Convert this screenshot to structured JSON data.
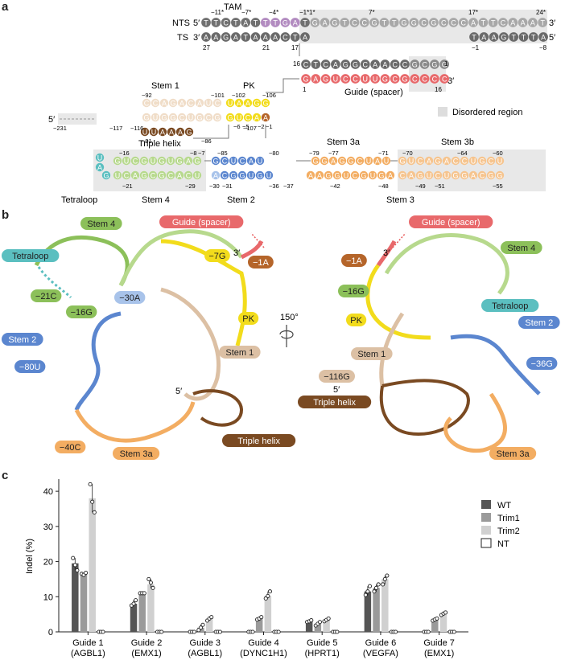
{
  "panels": {
    "a": "a",
    "b": "b",
    "c": "c"
  },
  "panel_a": {
    "tam": "TAM",
    "nts_label": "NTS",
    "ts_label": "TS",
    "five_prime": "5′",
    "three_prime": "3′",
    "nts_seq": "TTCTATTTGATGAGTCCGTTGGCGCCCATTCAAAT",
    "ts_seq": "AAGATAAACTA",
    "ts_seq_right": "TAAGTTTA",
    "guide_dna": "CTCAGGCAACCGCGG",
    "guide_rna": "GAGUCCUUGCGCCCC",
    "guide_label": "Guide (spacer)",
    "legend_disordered": "Disordered region",
    "stem1": "Stem 1",
    "pk": "PK",
    "triple_helix": "Triple helix",
    "stem2": "Stem 2",
    "stem3": "Stem 3",
    "stem3a": "Stem 3a",
    "stem3b": "Stem 3b",
    "stem4": "Stem 4",
    "tetraloop": "Tetraloop",
    "stem1_top": "CCAGACAUC",
    "stem1_bot": "GUGGCUGCG",
    "pk_top": "UAAGG",
    "pk_bot": "GUCAA",
    "triple_seq": "UUAAAG",
    "stem4_top": "GUCGUGUGAG",
    "stem4_bot": "UCAGCGCACU",
    "stem2_top": "GCUCAU",
    "stem2_bot": "ACGGUGU",
    "stem3a_top": "GGAGGCUAU",
    "stem3a_bot": "AAGGUCGUGA",
    "stem3b_top": "GUCAGACCUGCU",
    "stem3b_bot": "CAGUCUGGACGG",
    "nts_numbers": [
      "−11*",
      "−7*",
      "−4*",
      "−1*",
      "1*",
      "7*",
      "17*",
      "24*"
    ],
    "ts_numbers": [
      "27",
      "21",
      "17",
      "−1",
      "−8"
    ],
    "guide_numbers": [
      "16",
      "1",
      "1",
      "16"
    ],
    "rna_numbers": [
      "−92",
      "−101",
      "−102",
      "−106",
      "−231",
      "−117",
      "−116",
      "−107",
      "−6",
      "−5",
      "−2",
      "−1",
      "−91",
      "−86",
      "−16",
      "−8",
      "−7",
      "−85",
      "−80",
      "−79",
      "−77",
      "−71",
      "−70",
      "−64",
      "−60",
      "−21",
      "−29",
      "−30",
      "−31",
      "−36",
      "−37",
      "−42",
      "−48",
      "−49",
      "−51",
      "−55"
    ]
  },
  "panel_b": {
    "rotation": "150°",
    "left_labels": [
      "Guide (spacer)",
      "Stem 4",
      "Tetraloop",
      "−7G",
      "3′",
      "−1A",
      "−21C",
      "−16G",
      "−30A",
      "PK",
      "Stem 2",
      "Stem 1",
      "−80U",
      "5′",
      "−40C",
      "Stem 3a",
      "Triple helix"
    ],
    "right_labels": [
      "Guide (spacer)",
      "3′",
      "−1A",
      "Stem 4",
      "−16G",
      "Tetraloop",
      "PK",
      "Stem 2",
      "Stem 1",
      "−36G",
      "−116G",
      "5′",
      "Triple helix",
      "Stem 3a"
    ],
    "colors": {
      "guide": "#e8696b",
      "stem4": "#8cc05a",
      "tetraloop": "#5bbfc0",
      "pk": "#f2dc1c",
      "minus1a": "#b5652a",
      "stem2": "#5b86cf",
      "stem1": "#dcc0a4",
      "stem3a": "#f3ad62",
      "triple": "#7a4a22"
    }
  },
  "chart_data": {
    "type": "bar",
    "categories": [
      "Guide 1\n(AGBL1)",
      "Guide 2\n(EMX1)",
      "Guide 3\n(AGBL1)",
      "Guide 4\n(DYNC1H1)",
      "Guide 5\n(HPRT1)",
      "Guide 6\n(VEGFA)",
      "Guide 7\n(EMX1)"
    ],
    "category_lines": [
      [
        "Guide 1",
        "(AGBL1)"
      ],
      [
        "Guide 2",
        "(EMX1)"
      ],
      [
        "Guide 3",
        "(AGBL1)"
      ],
      [
        "Guide 4",
        "(DYNC1H1)"
      ],
      [
        "Guide 5",
        "(HPRT1)"
      ],
      [
        "Guide 6",
        "(VEGFA)"
      ],
      [
        "Guide 7",
        "(EMX1)"
      ]
    ],
    "series": [
      {
        "name": "WT",
        "color": "#555555",
        "values": [
          19.5,
          8.0,
          0.0,
          0.0,
          3.0,
          11.5,
          0.0
        ],
        "points": [
          [
            21,
            19,
            17.5
          ],
          [
            7.5,
            8,
            9
          ],
          [
            0,
            0,
            0
          ],
          [
            0,
            0,
            0
          ],
          [
            2.8,
            3,
            3.3
          ],
          [
            10.5,
            11.5,
            13
          ],
          [
            0,
            0,
            0
          ]
        ]
      },
      {
        "name": "Trim1",
        "color": "#9a9a9a",
        "values": [
          16.5,
          11.0,
          1.2,
          3.8,
          2.3,
          12.5,
          3.5
        ],
        "points": [
          [
            16.5,
            16.2,
            16.8
          ],
          [
            11,
            11,
            11
          ],
          [
            0.5,
            1.2,
            2
          ],
          [
            3.5,
            3.8,
            4.2
          ],
          [
            1.8,
            2.3,
            2.8
          ],
          [
            11.5,
            12.5,
            13.5
          ],
          [
            3.2,
            3.5,
            3.8
          ]
        ]
      },
      {
        "name": "Trim2",
        "color": "#d0d0d0",
        "values": [
          38.0,
          13.5,
          3.8,
          10.2,
          3.4,
          15.0,
          5.2
        ],
        "points": [
          [
            42,
            37,
            34
          ],
          [
            15,
            14,
            12.5
          ],
          [
            3.2,
            3.8,
            4.2
          ],
          [
            9.5,
            10.2,
            11.5
          ],
          [
            3,
            3.4,
            3.8
          ],
          [
            13.5,
            15,
            16
          ],
          [
            4.8,
            5.2,
            5.5
          ]
        ]
      },
      {
        "name": "NT",
        "color": "#ffffff",
        "values": [
          0,
          0,
          0,
          0,
          0,
          0,
          0
        ],
        "points": [
          [
            0,
            0,
            0
          ],
          [
            0,
            0,
            0
          ],
          [
            0,
            0,
            0
          ],
          [
            0,
            0,
            0
          ],
          [
            0,
            0,
            0
          ],
          [
            0,
            0,
            0
          ],
          [
            0,
            0,
            0
          ]
        ]
      }
    ],
    "ylabel": "Indel (%)",
    "xlabel": "",
    "ylim": [
      0,
      43
    ],
    "yticks": [
      0,
      10,
      20,
      30,
      40
    ],
    "legend_position": "top-right"
  }
}
